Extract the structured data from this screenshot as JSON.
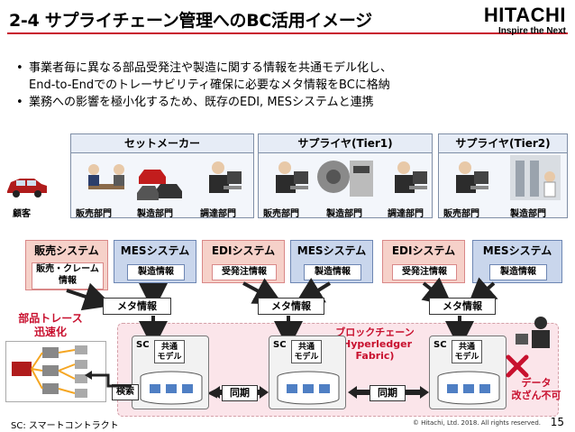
{
  "header": {
    "title": "2-4 サプライチェーン管理へのBC活用イメージ",
    "brand_name": "HITACHI",
    "brand_slogan": "Inspire the Next"
  },
  "bullets": [
    {
      "line1": "事業者毎に異なる部品受発注や製造に関する情報を共通モデル化し、",
      "line2": "End-to-Endでのトレーサビリティ確保に必要なメタ情報をBCに格納"
    },
    {
      "line1": "業務への影響を極小化するため、既存のEDI, MESシステムと連携",
      "line2": ""
    }
  ],
  "groups": {
    "set_maker": "セットメーカー",
    "tier1": "サプライヤ(Tier1)",
    "tier2": "サプライヤ(Tier2)"
  },
  "labels": {
    "customer": "顧客",
    "sales": "販売部門",
    "manufacturing": "製造部門",
    "procurement": "調達部門"
  },
  "systems": {
    "sales_system": "販売システム",
    "sales_info": "販売・クレーム情報",
    "mes": "MESシステム",
    "edi": "EDIシステム",
    "mfg_info": "製造情報",
    "order_info": "受発注情報"
  },
  "meta_label": "メタ情報",
  "blockchain": {
    "title": "ブロックチェーン",
    "sub1": "(Hyperledger",
    "sub2": "Fabric)",
    "sc": "SC",
    "common1": "共通",
    "common2": "モデル",
    "search": "検索",
    "sync": "同期"
  },
  "callouts": {
    "trace1": "部品トレース",
    "trace2": "迅速化",
    "tamper1": "データ",
    "tamper2": "改ざん不可"
  },
  "footer": {
    "sc_note": "SC: スマートコントラクト",
    "copyright": "© Hitachi, Ltd. 2018. All rights reserved.",
    "page": "15"
  },
  "colors": {
    "accent_red": "#c8102e",
    "system_blue": "#c9d6ec",
    "system_pink": "#f6d1c9",
    "blockchain_bg": "#fbe5ea"
  }
}
